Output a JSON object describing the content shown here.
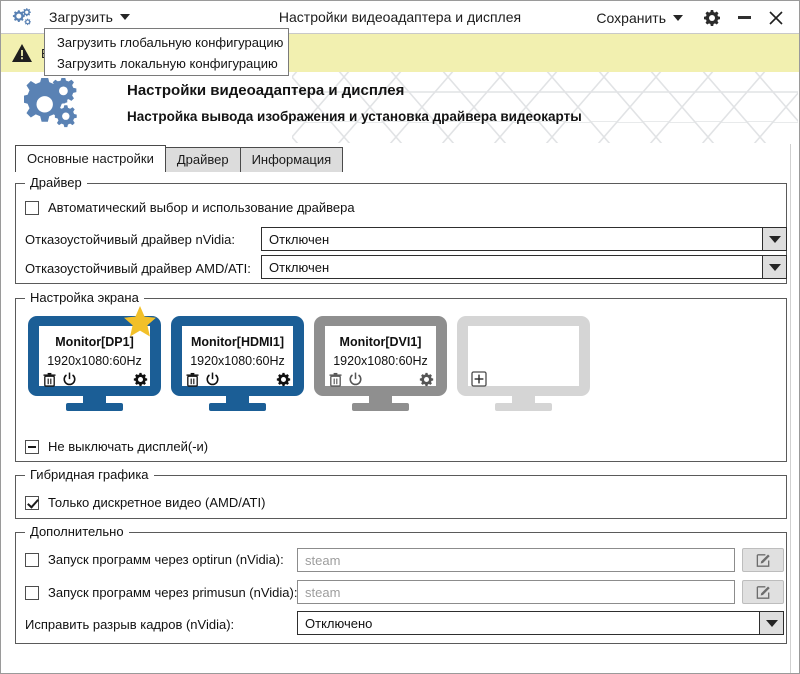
{
  "window": {
    "app_icon": "gears-icon",
    "title": "Настройки видеоадаптера и дисплея",
    "load_menu_label": "Загрузить",
    "save_menu_label": "Сохранить",
    "settings_icon": "gear-icon",
    "minimize_icon": "minimize-icon",
    "close_icon": "close-icon"
  },
  "dropdown": {
    "open": true,
    "items": [
      {
        "label": "Загрузить глобальную конфигурацию"
      },
      {
        "label": "Загрузить локальную конфигурацию"
      }
    ]
  },
  "warning": {
    "icon": "warning-triangle-icon",
    "text": "В",
    "background": "#f2f0b0"
  },
  "banner": {
    "icon": "gears-icon",
    "title": "Настройки видеоадаптера и дисплея",
    "subtitle": "Настройка вывода изображения и установка драйвера видеокарты"
  },
  "tabs": [
    {
      "label": "Основные настройки",
      "active": true
    },
    {
      "label": "Драйвер",
      "active": false
    },
    {
      "label": "Информация",
      "active": false
    }
  ],
  "driver_group": {
    "legend": "Драйвер",
    "auto_checkbox": {
      "label": "Автоматический выбор и использование драйвера",
      "checked": false
    },
    "nvidia": {
      "label": "Отказоустойчивый драйвер nVidia:",
      "value": "Отключен"
    },
    "amd": {
      "label": "Отказоустойчивый драйвер AMD/ATI:",
      "value": "Отключен"
    }
  },
  "screen_group": {
    "legend": "Настройка экрана",
    "monitors": [
      {
        "name": "Monitor[DP1]",
        "resolution": "1920x1080:60Hz",
        "state": "primary",
        "color": "#1b5e96",
        "primary_badge": "star-icon",
        "icons": [
          "trash-icon",
          "power-icon",
          "gear-icon"
        ]
      },
      {
        "name": "Monitor[HDMI1]",
        "resolution": "1920x1080:60Hz",
        "state": "active",
        "color": "#1b5e96",
        "icons": [
          "trash-icon",
          "power-icon",
          "gear-icon"
        ]
      },
      {
        "name": "Monitor[DVI1]",
        "resolution": "1920x1080:60Hz",
        "state": "disabled",
        "color": "#8f8f8f",
        "icons": [
          "trash-icon",
          "power-icon",
          "gear-icon"
        ]
      },
      {
        "name": "",
        "resolution": "",
        "state": "empty",
        "color": "#d5d5d5",
        "icons": [
          "plus-icon"
        ]
      }
    ],
    "never_off_checkbox": {
      "label": "Не выключать дисплей(-и)",
      "state": "partial"
    }
  },
  "hybrid_group": {
    "legend": "Гибридная графика",
    "discrete_checkbox": {
      "label": "Только дискретное видео (AMD/ATI)",
      "checked": true
    }
  },
  "advanced_group": {
    "legend": "Дополнительно",
    "optirun": {
      "label": "Запуск программ через optirun (nVidia):",
      "checked": false,
      "placeholder": "steam",
      "edit_icon": "edit-pencil-icon"
    },
    "primusun": {
      "label": "Запуск программ через primusun (nVidia):",
      "checked": false,
      "placeholder": "steam",
      "edit_icon": "edit-pencil-icon"
    },
    "tearfix": {
      "label": "Исправить разрыв кадров (nVidia):",
      "value": "Отключено"
    }
  },
  "colors": {
    "accent_blue": "#1b5e96",
    "banner_icon_blue": "#5a82b4",
    "star_yellow": "#f2c029",
    "warn_yellow": "#f2f0b0",
    "disabled_gray": "#8f8f8f"
  }
}
